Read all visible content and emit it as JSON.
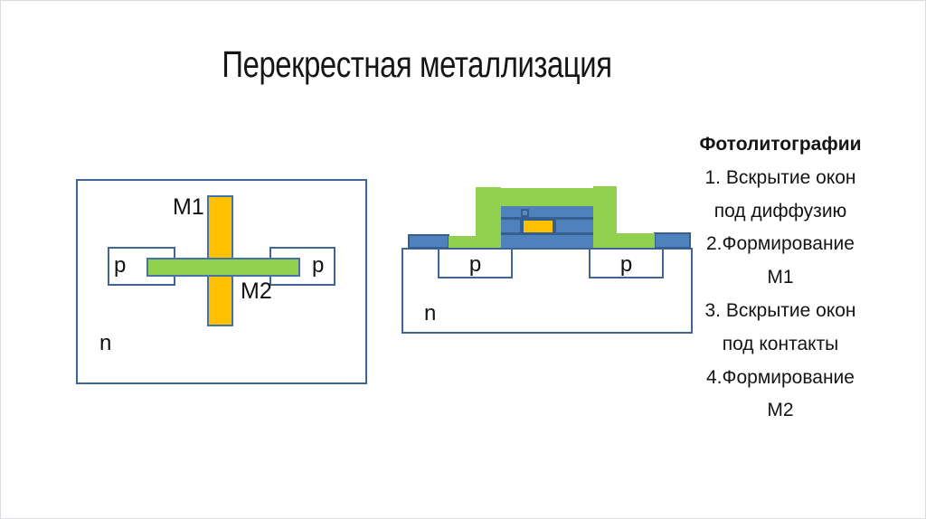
{
  "slide": {
    "title": "Перекрестная металлизация"
  },
  "colors": {
    "metal_orange": "#FFC000",
    "metal_green": "#92D050",
    "oxide_blue": "#4F81BD",
    "outline_blue": "#3F6496",
    "divider_dark_blue": "#365F91"
  },
  "top_view": {
    "label_m1": "М1",
    "label_m2": "М2",
    "label_p_left": "p",
    "label_p_right": "p",
    "label_n": "n"
  },
  "cross_section": {
    "label_p_left": "p",
    "label_p_right": "p",
    "label_n": "n"
  },
  "photolithography": {
    "heading": "Фотолитографии",
    "lines": [
      "1. Вскрытие окон",
      "под диффузию",
      "2.Формирование",
      "М1",
      "3. Вскрытие окон",
      "под контакты",
      "4.Формирование",
      "М2"
    ]
  }
}
